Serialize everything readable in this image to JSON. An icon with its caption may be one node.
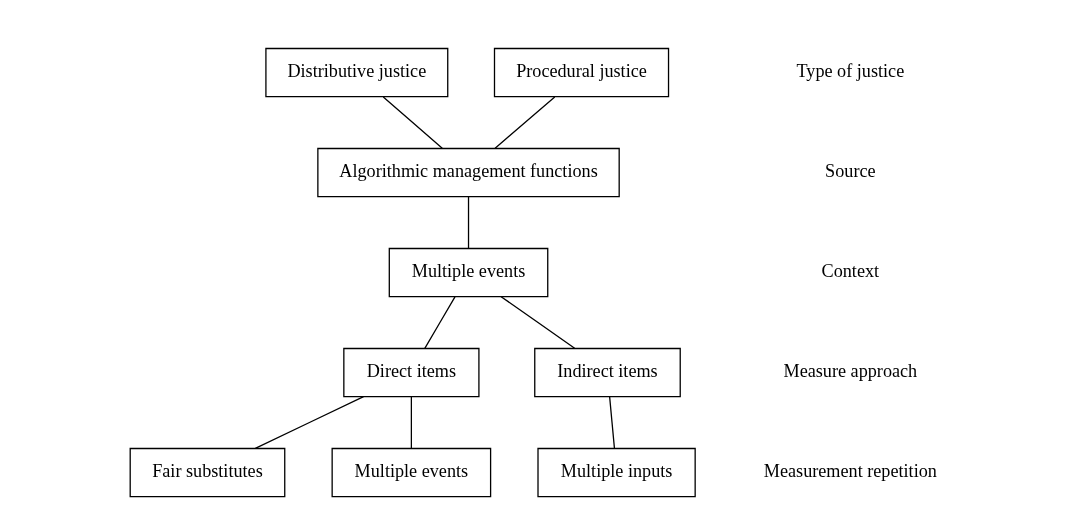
{
  "diagram": {
    "nodes": [
      {
        "text": [
          "Distributive justice"
        ]
      },
      {
        "text": [
          "Procedural justice"
        ]
      },
      {
        "text": [
          "Algorithmic management functions"
        ]
      },
      {
        "text": [
          "Multiple events"
        ]
      },
      {
        "text": [
          "Direct items"
        ]
      },
      {
        "text": [
          "Indirect items"
        ]
      },
      {
        "text": [
          "Fair substitutes"
        ]
      },
      {
        "text": [
          "Multiple events"
        ]
      },
      {
        "text": [
          "Multiple inputs"
        ]
      }
    ],
    "edges": [
      {
        "from": 0,
        "to": 2,
        "arrow": "none"
      },
      {
        "from": 1,
        "to": 2,
        "arrow": "none"
      },
      {
        "from": 2,
        "to": 3,
        "arrow": "none"
      },
      {
        "from": 3,
        "to": 4,
        "arrow": "none"
      },
      {
        "from": 3,
        "to": 5,
        "arrow": "none"
      },
      {
        "from": 4,
        "to": 6,
        "arrow": "none"
      },
      {
        "from": 4,
        "to": 7,
        "arrow": "none"
      },
      {
        "from": 5,
        "to": 8,
        "arrow": "none"
      }
    ],
    "labels": [
      "Type of justice",
      "Source",
      "Context",
      "Measure approach",
      "Measurement repetition"
    ]
  }
}
